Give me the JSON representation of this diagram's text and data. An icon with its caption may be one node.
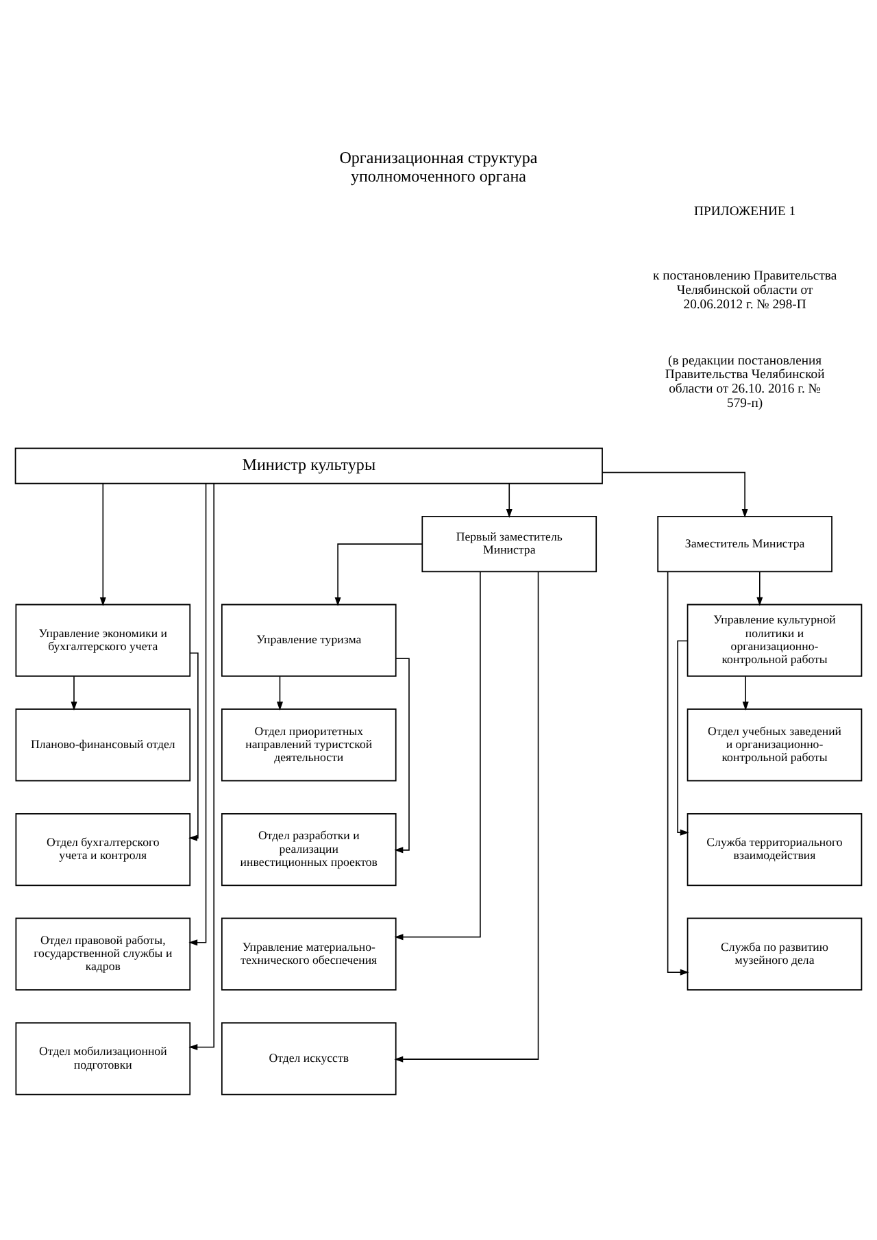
{
  "diagram": {
    "title": "Организационная структура уполномоченного органа",
    "nodes": [
      {
        "text": [
          "Министр культуры"
        ]
      },
      {
        "text": [
          "Первый заместитель Министра"
        ]
      },
      {
        "text": [
          "Заместитель Министра"
        ]
      },
      {
        "text": [
          "Управление экономики и бухгалтерского учета"
        ]
      },
      {
        "text": [
          "Планово-финансовый отдел"
        ]
      },
      {
        "text": [
          "Отдел бухгалтерского учета и контроля"
        ]
      },
      {
        "text": [
          "Отдел правовой работы, государственной службы и кадров"
        ]
      },
      {
        "text": [
          "Отдел мобилизационной подготовки"
        ]
      },
      {
        "text": [
          "Управление туризма"
        ]
      },
      {
        "text": [
          "Отдел приоритетных направлений туристской деятельности"
        ]
      },
      {
        "text": [
          "Отдел разработки и реализации инвестиционных проектов"
        ]
      },
      {
        "text": [
          "Управление материально-технического обеспечения"
        ]
      },
      {
        "text": [
          "Отдел искусств"
        ]
      },
      {
        "text": [
          "Управление культурной политики и организационно-контрольной работы"
        ]
      },
      {
        "text": [
          "Отдел учебных заведений и организационно-контрольной работы"
        ]
      },
      {
        "text": [
          "Служба территориального взаимодействия"
        ]
      },
      {
        "text": [
          "Служба по развитию музейного дела"
        ]
      }
    ],
    "edges": [
      {
        "from": 0,
        "to": 1,
        "arrow": "to"
      },
      {
        "from": 0,
        "to": 2,
        "arrow": "to"
      },
      {
        "from": 0,
        "to": 3,
        "arrow": "to"
      },
      {
        "from": 0,
        "to": 6,
        "arrow": "to"
      },
      {
        "from": 0,
        "to": 7,
        "arrow": "to"
      },
      {
        "from": 3,
        "to": 4,
        "arrow": "to"
      },
      {
        "from": 3,
        "to": 5,
        "arrow": "to"
      },
      {
        "from": 1,
        "to": 8,
        "arrow": "to"
      },
      {
        "from": 1,
        "to": 11,
        "arrow": "to"
      },
      {
        "from": 1,
        "to": 12,
        "arrow": "to"
      },
      {
        "from": 8,
        "to": 9,
        "arrow": "to"
      },
      {
        "from": 8,
        "to": 10,
        "arrow": "to"
      },
      {
        "from": 2,
        "to": 13,
        "arrow": "to"
      },
      {
        "from": 2,
        "to": 16,
        "arrow": "to"
      },
      {
        "from": 13,
        "to": 14,
        "arrow": "to"
      },
      {
        "from": 13,
        "to": 15,
        "arrow": "to"
      }
    ],
    "labels": [
      "ПРИЛОЖЕНИЕ 1",
      "к постановлению Правительства Челябинской области от 20.06.2012 г. № 298-П",
      "(в редакции постановления Правительства Челябинской области от 26.10. 2016 г. № 579-п)"
    ]
  }
}
